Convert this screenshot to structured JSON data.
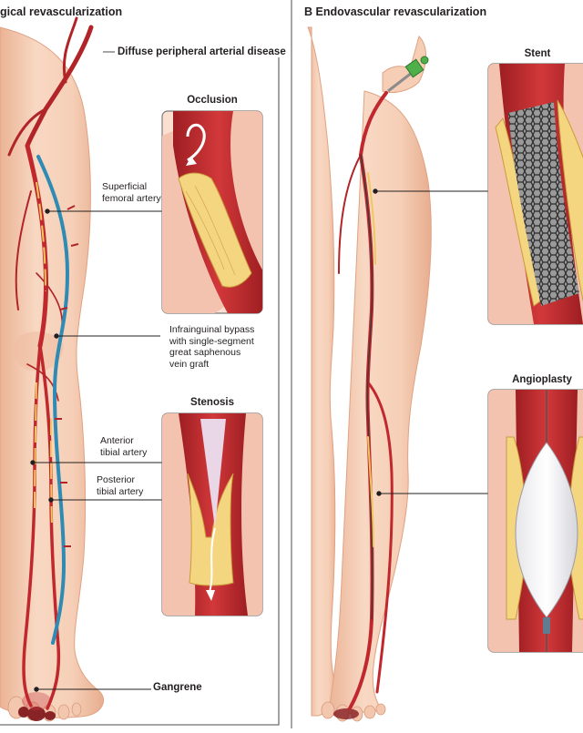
{
  "panel_a": {
    "title": "gical revascularization",
    "subtitle": "Diffuse peripheral arterial disease",
    "labels": {
      "sfa": [
        "Superficial",
        "femoral artery"
      ],
      "bypass": [
        "Infrainguinal bypass",
        "with single-segment",
        "great saphenous",
        "vein graft"
      ],
      "ata": [
        "Anterior",
        "tibial artery"
      ],
      "pta": [
        "Posterior",
        "tibial artery"
      ],
      "gangrene": "Gangrene"
    },
    "insets": {
      "occlusion": "Occlusion",
      "stenosis": "Stenosis"
    }
  },
  "panel_b": {
    "title": "B  Endovascular revascularization",
    "insets": {
      "stent": "Stent",
      "angioplasty": "Angioplasty"
    }
  },
  "colors": {
    "skin": "#f7d3bd",
    "skin_shade": "#eab397",
    "artery": "#c0282d",
    "artery_dark": "#8f1b1f",
    "plaque": "#f6dc8c",
    "vein_graft": "#2f8bb3",
    "inset_bg": "#fbe0d1",
    "frame": "#7a7a7a"
  }
}
